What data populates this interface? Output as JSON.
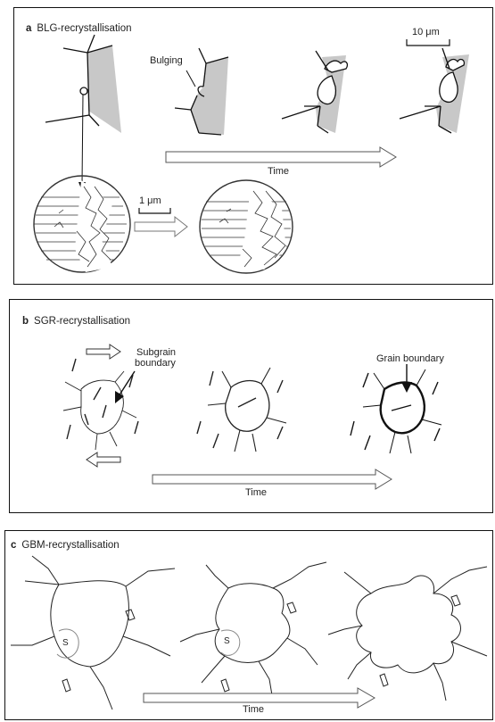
{
  "panel_a": {
    "letter": "a",
    "title": "BLG-recrystallisation",
    "bulging_label": "Bulging",
    "scale_top": "10 μm",
    "scale_bottom": "1 μm",
    "time_label": "Time"
  },
  "panel_b": {
    "letter": "b",
    "title": "SGR-recrystallisation",
    "subgrain_label_line1": "Subgrain",
    "subgrain_label_line2": "boundary",
    "grain_boundary_label": "Grain boundary",
    "time_label": "Time"
  },
  "panel_c": {
    "letter": "c",
    "title": "GBM-recrystallisation",
    "s_label_1": "S",
    "s_label_2": "S",
    "time_label": "Time"
  }
}
